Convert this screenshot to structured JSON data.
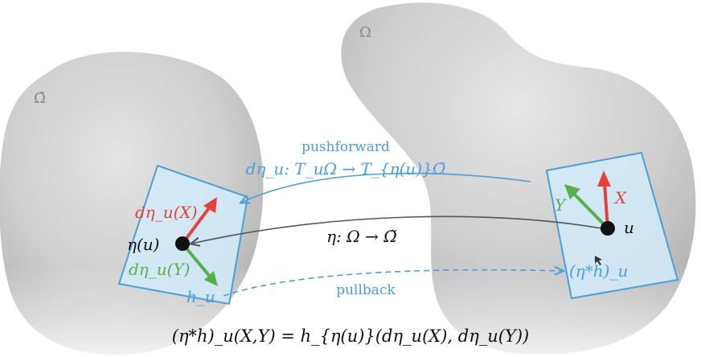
{
  "labels": {
    "omega_tilde": "Ω̃",
    "omega": "Ω",
    "pushforward": "pushforward",
    "pushforward_formula": "dη_u: T_uΩ → T_{η(u)}Ω̃",
    "eta_map": "η: Ω → Ω̃",
    "pullback": "pullback",
    "d_eta_X": "dη_u(X)",
    "d_eta_Y": "dη_u(Y)",
    "eta_u": "η(u)",
    "h_u": "h_u",
    "u": "u",
    "X": "X",
    "Y": "Y",
    "pullback_metric": "(η*h)_u",
    "formula": "(η*h)_u(X,Y) = h_{η(u)}(dη_u(X), dη_u(Y))"
  },
  "colors": {
    "blue": "#4a9fd8",
    "red": "#e8403a",
    "green": "#56b04a",
    "gray_arrow": "#555555",
    "plane_fill": "#d2ebfa",
    "plane_stroke": "#4a9fd8"
  }
}
